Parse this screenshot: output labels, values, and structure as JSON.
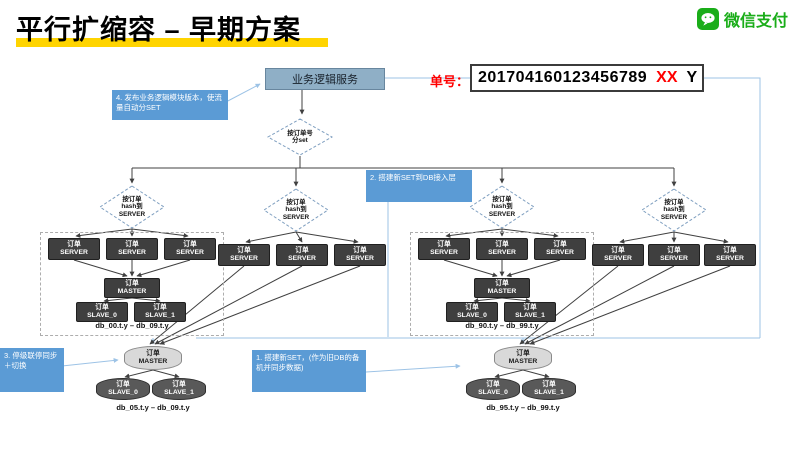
{
  "slide": {
    "title": "平行扩缩容 – 早期方案",
    "brand": "微信支付"
  },
  "top": {
    "service": "业务逻辑服务",
    "order_label": "单号：",
    "order_number": "201704160123456789",
    "order_suffix_xx": "XX",
    "order_suffix_y": "Y"
  },
  "callouts": {
    "step1": "1. 搭建新SET，(作为旧DB的备机并同步数据)",
    "step2": "2. 搭建新SET到DB接入层",
    "step3": "3. 停级联停同步＋切换",
    "step4": "4. 发布业务逻辑模块版本，使流量自动分SET"
  },
  "diamonds": {
    "root": "按订单号\n分set",
    "hash": "按订单\nhash到\nSERVER"
  },
  "nodes": {
    "server": "订单\nSERVER",
    "master": "订单\nMASTER",
    "slave0": "订单\nSLAVE_0",
    "slave1": "订单\nSLAVE_1"
  },
  "db_labels": {
    "set_left": "db_00.t.y – db_09.t.y",
    "set_right": "db_90.t.y – db_99.t.y",
    "new_left": "db_05.t.y – db_09.t.y",
    "new_right": "db_95.t.y – db_99.t.y"
  },
  "colors": {
    "accent_yellow": "#FFD400",
    "callout_blue": "#5B9BD5",
    "connector_blue": "#9DC3E6",
    "node_dark": "#3F3F3F",
    "service_box": "#8FAFC6",
    "wechat_green": "#1AAD19",
    "order_red": "#FF0000"
  }
}
